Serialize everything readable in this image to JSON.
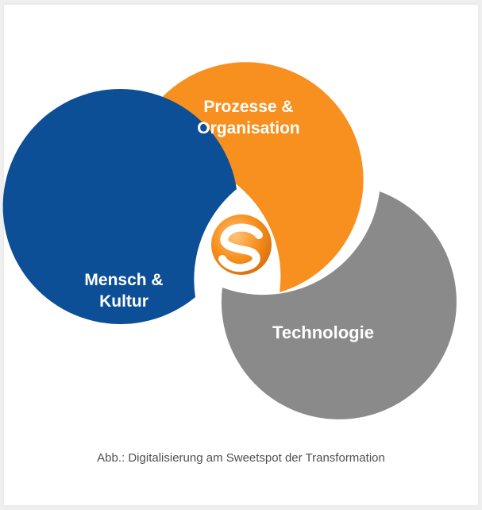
{
  "diagram": {
    "circles": [
      {
        "id": "prozesse",
        "line1": "Prozesse &",
        "line2": "Organisation",
        "color": "#f7901e"
      },
      {
        "id": "mensch",
        "line1": "Mensch &",
        "line2": "Kultur",
        "color": "#0c4f96"
      },
      {
        "id": "technologie",
        "line1": "Technologie",
        "color": "#8a8a8a"
      }
    ],
    "center_logo": {
      "icon": "s-logo-icon",
      "color": "#f58a1f"
    }
  },
  "caption": "Abb.: Digitalisierung am Sweetspot der Transformation"
}
